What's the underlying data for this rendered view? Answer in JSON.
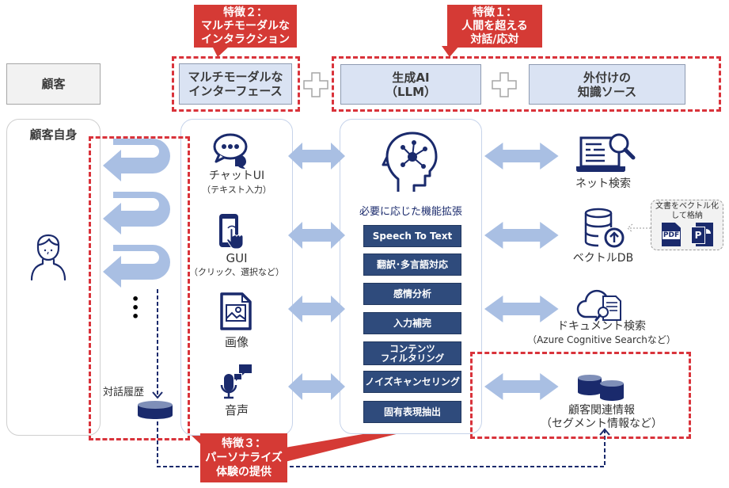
{
  "header": {
    "customer": "顧客",
    "interface": [
      "マルチモーダルな",
      "インターフェース"
    ],
    "llm": [
      "生成AI",
      "（LLM）"
    ],
    "knowledge": [
      "外付けの",
      "知識ソース"
    ]
  },
  "callouts": {
    "feature1": [
      "特徴１：",
      "人間を超える",
      "対話/応対"
    ],
    "feature2": [
      "特徴２：",
      "マルチモーダルな",
      "インタラクション"
    ],
    "feature3": [
      "特徴３：",
      "パーソナライズ",
      "体験の提供"
    ]
  },
  "customer_panel": {
    "title": "顧客自身",
    "history_label": "対話履歴",
    "ellipsis": "⋮"
  },
  "interface_panel": {
    "items": [
      {
        "icon": "chat-bubble-icon",
        "label": "チャットUI",
        "sub": "（テキスト入力）"
      },
      {
        "icon": "touch-phone-icon",
        "label": "GUI",
        "sub": "（クリック、選択など）"
      },
      {
        "icon": "image-file-icon",
        "label": "画像",
        "sub": ""
      },
      {
        "icon": "microphone-icon",
        "label": "音声",
        "sub": ""
      }
    ]
  },
  "llm_panel": {
    "caption": "必要に応じた機能拡張",
    "functions": [
      "Speech To Text",
      "翻訳･多言語対応",
      "感情分析",
      "入力補完",
      "コンテンツ\nフィルタリング",
      "ノイズキャンセリング",
      "固有表現抽出"
    ]
  },
  "knowledge_sources": {
    "items": [
      {
        "icon": "web-search-icon",
        "label": "ネット検索",
        "sub": ""
      },
      {
        "icon": "vector-db-icon",
        "label": "ベクトルDB",
        "sub": ""
      },
      {
        "icon": "cloud-document-search-icon",
        "label": "ドキュメント検索",
        "sub": "（Azure Cognitive Searchなど）"
      },
      {
        "icon": "customer-db-icon",
        "label": "顧客関連情報",
        "sub": "（セグメント情報など）"
      }
    ],
    "vectorize_note": [
      "文書をベクトル化",
      "して格納"
    ],
    "doc_types": [
      "PDF",
      "P"
    ]
  },
  "colors": {
    "accent_red": "#d53a35",
    "navy": "#1a2a6c",
    "arrow_blue": "#a9bfe3",
    "header_blue": "#dae3f3",
    "function_blue": "#2f4b7c"
  }
}
